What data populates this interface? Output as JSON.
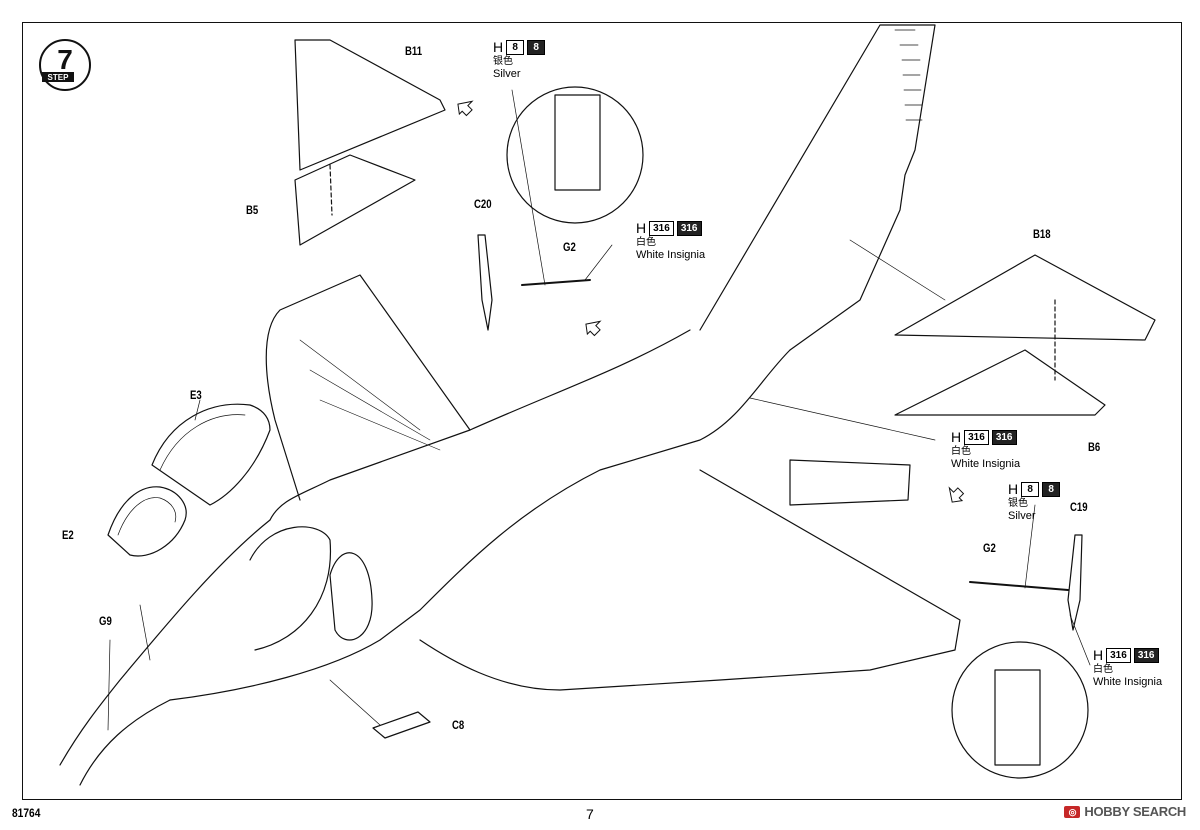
{
  "step": {
    "number": "7",
    "label": "STEP"
  },
  "part_labels": {
    "B11": "B11",
    "B5": "B5",
    "C20": "C20",
    "G2_top": "G2",
    "E3": "E3",
    "E2": "E2",
    "G9": "G9",
    "C8": "C8",
    "B18": "B18",
    "B6": "B6",
    "G2_right": "G2",
    "C19": "C19"
  },
  "paints": [
    {
      "id": "silver_top",
      "prefix": "H",
      "codes": [
        "8",
        "8"
      ],
      "cn": "银色",
      "en": "Silver"
    },
    {
      "id": "white_top",
      "prefix": "H",
      "codes": [
        "316",
        "316"
      ],
      "cn": "白色",
      "en": "White Insignia"
    },
    {
      "id": "white_mid",
      "prefix": "H",
      "codes": [
        "316",
        "316"
      ],
      "cn": "白色",
      "en": "White Insignia"
    },
    {
      "id": "silver_right",
      "prefix": "H",
      "codes": [
        "8",
        "8"
      ],
      "cn": "银色",
      "en": "Silver"
    },
    {
      "id": "white_bottom",
      "prefix": "H",
      "codes": [
        "316",
        "316"
      ],
      "cn": "白色",
      "en": "White Insignia"
    }
  ],
  "footer": {
    "kit_code": "81764",
    "page": "7",
    "watermark": "HOBBY SEARCH"
  },
  "icons": [
    "step-badge-icon",
    "arrow-icon",
    "aircraft-drawing"
  ],
  "colors": {
    "ink": "#111111",
    "swatch_dark": "#222222",
    "watermark_red": "#c62828"
  }
}
